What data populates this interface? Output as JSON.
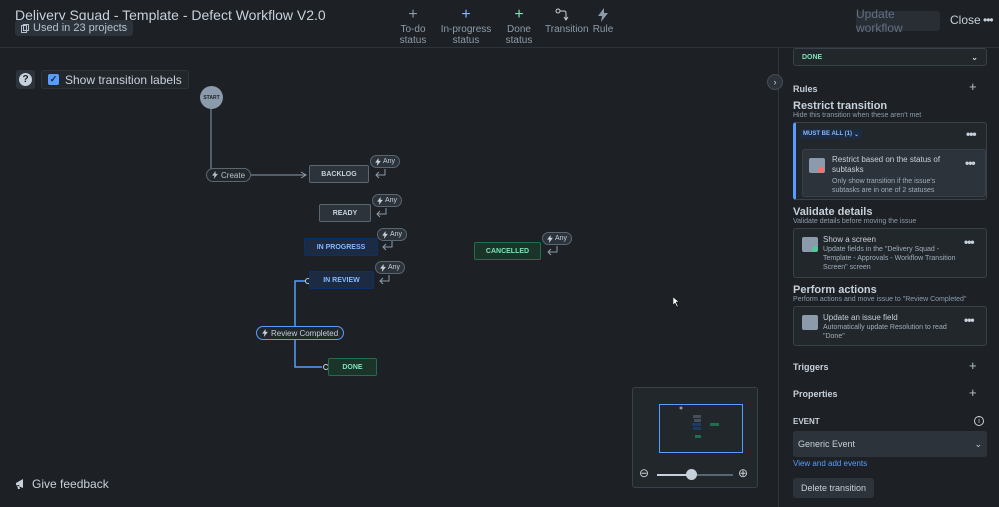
{
  "header": {
    "title": "Delivery Squad - Template - Defect Workflow V2.0",
    "used_in": "Used in 23 projects",
    "tools": [
      {
        "label": "To-do status",
        "icon": "plus-icon"
      },
      {
        "label": "In-progress status",
        "icon": "plus-icon"
      },
      {
        "label": "Done status",
        "icon": "plus-icon"
      },
      {
        "label": "Transition",
        "icon": "transition-icon"
      },
      {
        "label": "Rule",
        "icon": "bolt-icon"
      }
    ],
    "update_label": "Update workflow",
    "close_label": "Close"
  },
  "canvas": {
    "show_labels": "Show transition labels",
    "start": "START",
    "statuses": {
      "backlog": "BACKLOG",
      "ready": "READY",
      "in_progress": "IN PROGRESS",
      "in_review": "IN REVIEW",
      "done": "DONE",
      "cancelled": "CANCELLED"
    },
    "any_label": "Any",
    "transitions": {
      "create": "Create",
      "review_completed": "Review Completed"
    },
    "feedback": "Give feedback"
  },
  "panel": {
    "to_status": "DONE",
    "rules": "Rules",
    "restrict": {
      "title": "Restrict transition",
      "sub": "Hide this transition when these aren't met",
      "must": "MUST BE ALL (1)",
      "card_title": "Restrict based on the status of subtasks",
      "card_desc": "Only show transition if the issue's subtasks are in one of 2 statuses"
    },
    "validate": {
      "title": "Validate details",
      "sub": "Validate details before moving the issue",
      "card_title": "Show a screen",
      "card_desc": "Update fields in the \"Delivery Squad - Template - Approvals - Workflow Transition Screen\" screen"
    },
    "perform": {
      "title": "Perform actions",
      "sub": "Perform actions and move issue to \"Review Completed\"",
      "card_title": "Update an issue field",
      "card_desc": "Automatically update Resolution to read \"Done\""
    },
    "triggers": "Triggers",
    "properties": "Properties",
    "event_label": "EVENT",
    "event_value": "Generic Event",
    "view_events": "View and add events",
    "delete": "Delete transition"
  },
  "colors": {
    "background": "#1d2125",
    "accent": "#579dff",
    "done_green": "#7ee2b8",
    "in_progress_blue": "#85b8ff"
  }
}
